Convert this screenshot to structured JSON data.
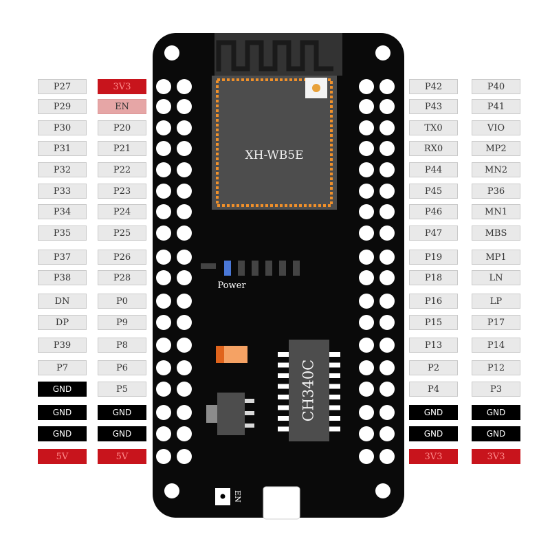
{
  "module": {
    "name": "XH-WB5E",
    "usb_chip": "CH340C",
    "power_label": "Power",
    "en_label": "EN"
  },
  "colors": {
    "board": "#0a0a0a",
    "pin_hole": "#ffffff",
    "module_body": "#4d4d4d",
    "pad_orange": "#f0902a",
    "power_led": "#4a78d8",
    "led": "#444444",
    "pwr_label": "#c8141c",
    "gnd_label": "#000000",
    "pin_label": "#e9e9e9"
  },
  "left_outer": [
    "P27",
    "P29",
    "P30",
    "P31",
    "P32",
    "P33",
    "P34",
    "P35",
    "P37",
    "P38",
    "DN",
    "DP",
    "P39",
    "P7",
    "GND",
    "GND",
    "GND",
    "5V"
  ],
  "left_inner": [
    "3V3",
    "EN",
    "P20",
    "P21",
    "P22",
    "P23",
    "P24",
    "P25",
    "P26",
    "P28",
    "P0",
    "P9",
    "P8",
    "P6",
    "P5",
    "GND",
    "GND",
    "5V"
  ],
  "right_inner": [
    "P42",
    "P43",
    "TX0",
    "RX0",
    "P44",
    "P45",
    "P46",
    "P47",
    "P19",
    "P18",
    "P16",
    "P15",
    "P13",
    "P2",
    "P4",
    "GND",
    "GND",
    "3V3"
  ],
  "right_outer": [
    "P40",
    "P41",
    "VIO",
    "MP2",
    "MN2",
    "P36",
    "MN1",
    "MBS",
    "MP1",
    "LN",
    "LP",
    "P17",
    "P14",
    "P12",
    "P3",
    "GND",
    "GND",
    "3V3"
  ]
}
